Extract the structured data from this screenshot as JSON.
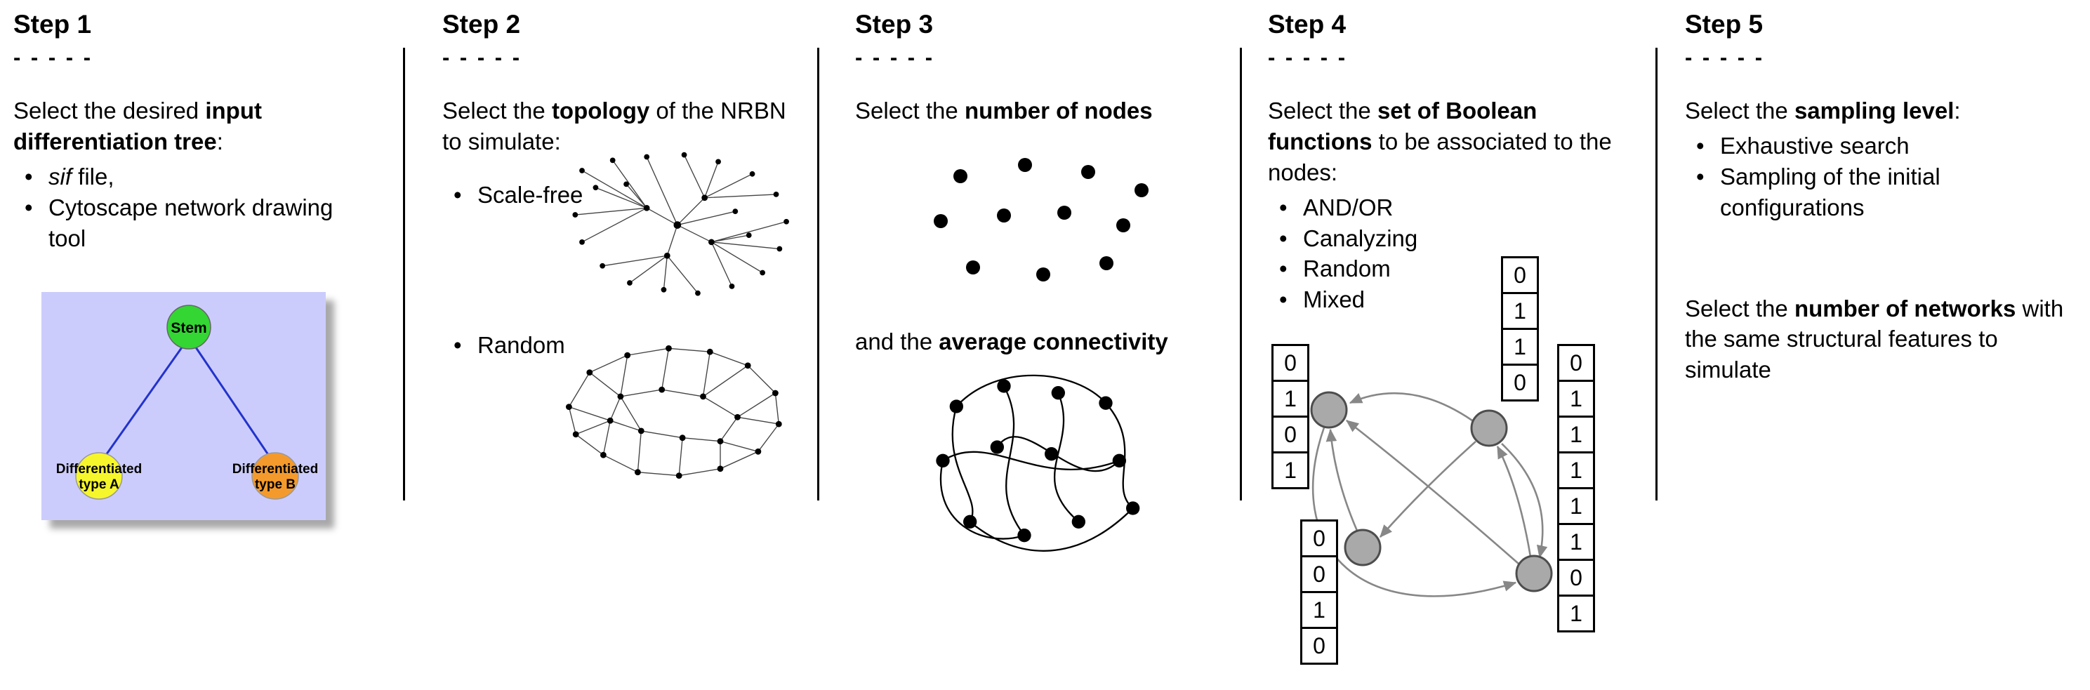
{
  "glyphs": {
    "bullet": "•"
  },
  "colors": {
    "tree_bg": "#ccccfc",
    "stem_fill": "#33d633",
    "type_a_fill": "#f6f62c",
    "type_b_fill": "#f49a2d",
    "edge_blue": "#2233cc",
    "boolean_node_fill": "#a9a9a9",
    "arrow_gray": "#878787"
  },
  "steps": [
    {
      "title": "Step 1",
      "dashes": "- - - - -",
      "intro": [
        "Select the desired ",
        "input differentiation tree",
        ":"
      ],
      "bullet1_italic": "sif",
      "bullet1_rest": " file,",
      "bullet2": "Cytoscape network drawing tool",
      "tree": {
        "stem": "Stem",
        "a1": "Differentiated",
        "a2": "type A",
        "b1": "Differentiated",
        "b2": "type B"
      }
    },
    {
      "title": "Step 2",
      "dashes": "- - - - -",
      "intro": [
        "Select the ",
        "topology",
        " of the NRBN to simulate:"
      ],
      "bullet1": "Scale-free",
      "bullet2": "Random"
    },
    {
      "title": "Step 3",
      "dashes": "- - - - -",
      "intro": [
        "Select the ",
        "number of nodes",
        ""
      ],
      "second": [
        "and the ",
        "average connectivity",
        ""
      ]
    },
    {
      "title": "Step 4",
      "dashes": "- - - - -",
      "intro": [
        "Select the ",
        "set of Boolean functions",
        " to be associated to the nodes:"
      ],
      "bullets": [
        "AND/OR",
        "Canalyzing",
        "Random",
        "Mixed"
      ],
      "tables": {
        "left": [
          "0",
          "1",
          "0",
          "1"
        ],
        "top": [
          "0",
          "1",
          "1",
          "0"
        ],
        "right": [
          "0",
          "1",
          "1",
          "1",
          "1",
          "1",
          "0",
          "1"
        ],
        "bottom": [
          "0",
          "0",
          "1",
          "0"
        ]
      }
    },
    {
      "title": "Step 5",
      "dashes": "- - - - -",
      "intro": [
        "Select the ",
        "sampling level",
        ":"
      ],
      "bullets": [
        "Exhaustive search",
        "Sampling of the initial configurations"
      ],
      "second": [
        "Select the ",
        "number of networks",
        " with the same structural features to simulate"
      ]
    }
  ]
}
